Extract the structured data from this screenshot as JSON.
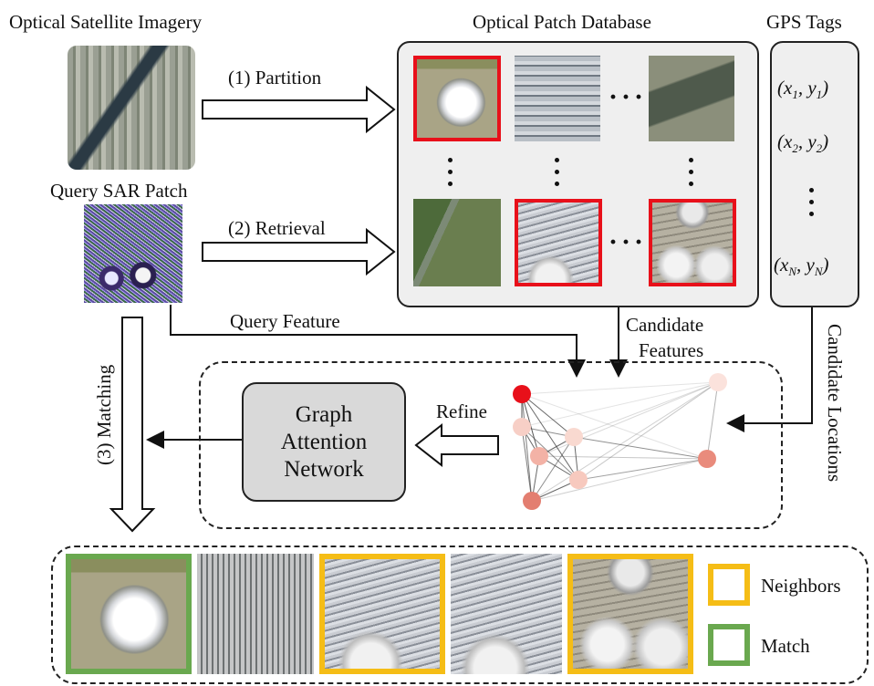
{
  "labels": {
    "optical_satellite": "Optical Satellite Imagery",
    "optical_database": "Optical Patch Database",
    "gps_tags": "GPS Tags",
    "query_sar": "Query SAR Patch",
    "partition": "(1) Partition",
    "retrieval": "(2) Retrieval",
    "query_feature": "Query Feature",
    "candidate_features_1": "Candidate",
    "candidate_features_2": "Features",
    "candidate_locations": "Candidate Locations",
    "matching": "(3) Matching",
    "refine": "Refine",
    "gat_line1": "Graph",
    "gat_line2": "Attention",
    "gat_line3": "Network",
    "neighbors": "Neighbors",
    "match": "Match"
  },
  "gps": [
    {
      "x": "x",
      "xs": "1",
      "y": "y",
      "ys": "1"
    },
    {
      "x": "x",
      "xs": "2",
      "y": "y",
      "ys": "2"
    },
    {
      "x": "x",
      "xs": "N",
      "y": "y",
      "ys": "N"
    }
  ],
  "colors": {
    "retrieved_frame": "#e8101a",
    "neighbor_frame": "#f5bd16",
    "match_frame": "#6aa84f",
    "database_panel": "#efefef",
    "gat_box": "#d9d9d9"
  },
  "graph": {
    "node_colors": [
      "#e8101a",
      "#f7cfc6",
      "#f3b2a6",
      "#f7c9be",
      "#f9d9d0",
      "#f4c0b4",
      "#e98b7c",
      "#e37e70",
      "#fbe2dc"
    ]
  }
}
